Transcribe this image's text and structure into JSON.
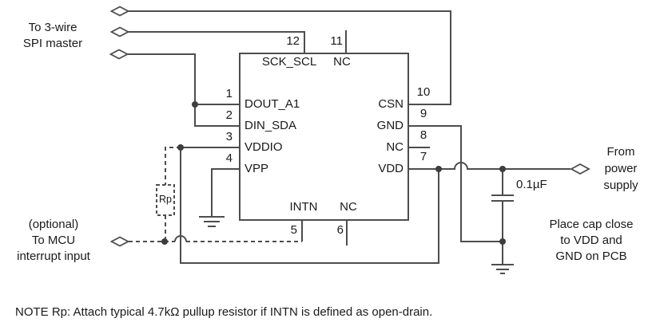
{
  "connectors": {
    "spi_master": {
      "lines": [
        "To 3-wire",
        "SPI master"
      ]
    },
    "mcu_interrupt": {
      "lines": [
        "(optional)",
        "To MCU",
        "interrupt input"
      ]
    },
    "power_supply": {
      "lines": [
        "From",
        "power",
        "supply"
      ]
    }
  },
  "ic": {
    "top_pins": [
      {
        "num": "12",
        "name": "SCK_SCL"
      },
      {
        "num": "11",
        "name": "NC"
      }
    ],
    "left_pins": [
      {
        "num": "1",
        "name": "DOUT_A1"
      },
      {
        "num": "2",
        "name": "DIN_SDA"
      },
      {
        "num": "3",
        "name": "VDDIO"
      },
      {
        "num": "4",
        "name": "VPP"
      }
    ],
    "right_pins": [
      {
        "num": "10",
        "name": "CSN"
      },
      {
        "num": "9",
        "name": "GND"
      },
      {
        "num": "8",
        "name": "NC"
      },
      {
        "num": "7",
        "name": "VDD"
      }
    ],
    "bottom_pins": [
      {
        "num": "5",
        "name": "INTN"
      },
      {
        "num": "6",
        "name": "NC"
      }
    ]
  },
  "components": {
    "capacitor_value": "0.1µF",
    "pullup_label": "Rp"
  },
  "annotations": {
    "cap_placement": [
      "Place cap close",
      "to VDD and",
      "GND on PCB"
    ],
    "note": "NOTE Rp: Attach typical 4.7kΩ pullup resistor if INTN is defined as open-drain."
  },
  "colors": {
    "wire": "#4d4d4d",
    "text": "#1a1a1a",
    "background": "#ffffff"
  }
}
